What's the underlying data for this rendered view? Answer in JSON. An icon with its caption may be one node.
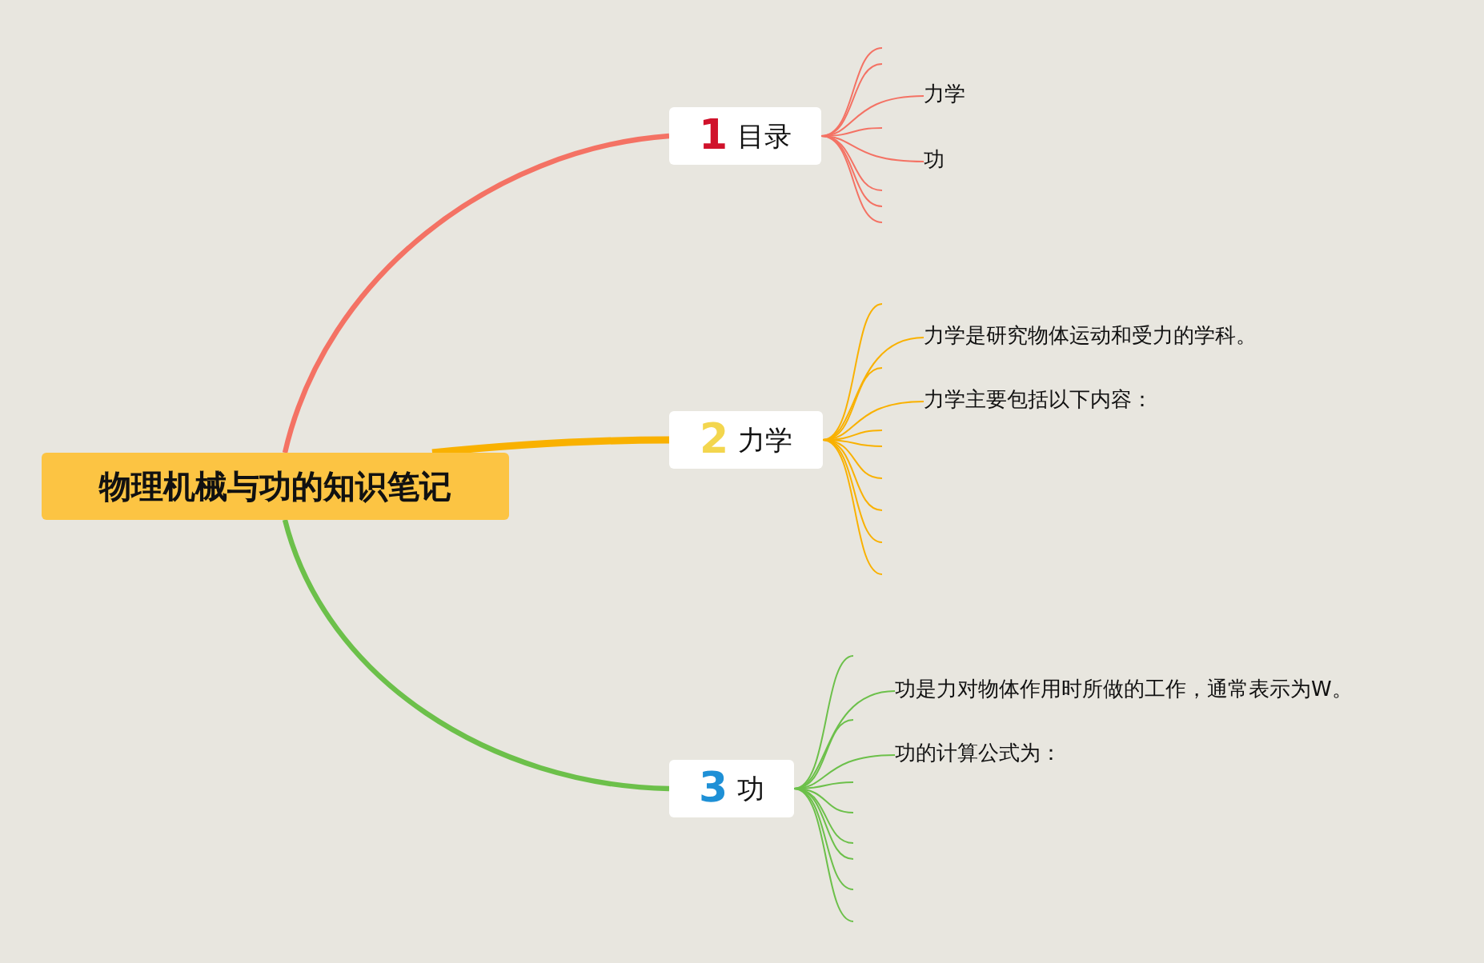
{
  "diagram": {
    "nodes": [
      {
        "text": [
          "物理机械与功的知识笔记"
        ]
      },
      {
        "text": [
          "1",
          "目录"
        ]
      },
      {
        "text": [
          "力学"
        ]
      },
      {
        "text": [
          "功"
        ]
      },
      {
        "text": [
          "2",
          "力学"
        ]
      },
      {
        "text": [
          "力学是研究物体运动和受力的学科。"
        ]
      },
      {
        "text": [
          "力学主要包括以下内容："
        ]
      },
      {
        "text": [
          "3",
          "功"
        ]
      },
      {
        "text": [
          "功是力对物体作用时所做的工作，通常表示为W。"
        ]
      },
      {
        "text": [
          "功的计算公式为："
        ]
      }
    ],
    "edges": [
      {
        "from": 0,
        "to": 1,
        "arrow": "none",
        "style": "thick",
        "color": "#f47264"
      },
      {
        "from": 0,
        "to": 4,
        "arrow": "none",
        "style": "thick",
        "color": "#f9b100"
      },
      {
        "from": 0,
        "to": 7,
        "arrow": "none",
        "style": "thick",
        "color": "#6cc04a"
      },
      {
        "from": 1,
        "to": null,
        "arrow": "none",
        "color": "#f47264"
      },
      {
        "from": 1,
        "to": null,
        "arrow": "none",
        "color": "#f47264"
      },
      {
        "from": 1,
        "to": 2,
        "arrow": "none",
        "color": "#f47264"
      },
      {
        "from": 1,
        "to": null,
        "arrow": "none",
        "color": "#f47264"
      },
      {
        "from": 1,
        "to": 3,
        "arrow": "none",
        "color": "#f47264"
      },
      {
        "from": 1,
        "to": null,
        "arrow": "none",
        "color": "#f47264"
      },
      {
        "from": 1,
        "to": null,
        "arrow": "none",
        "color": "#f47264"
      },
      {
        "from": 1,
        "to": null,
        "arrow": "none",
        "color": "#f47264"
      },
      {
        "from": 4,
        "to": null,
        "arrow": "none",
        "color": "#f9b100"
      },
      {
        "from": 4,
        "to": 5,
        "arrow": "none",
        "color": "#f9b100"
      },
      {
        "from": 4,
        "to": null,
        "arrow": "none",
        "color": "#f9b100"
      },
      {
        "from": 4,
        "to": 6,
        "arrow": "none",
        "color": "#f9b100"
      },
      {
        "from": 4,
        "to": null,
        "arrow": "none",
        "color": "#f9b100"
      },
      {
        "from": 4,
        "to": null,
        "arrow": "none",
        "color": "#f9b100"
      },
      {
        "from": 4,
        "to": null,
        "arrow": "none",
        "color": "#f9b100"
      },
      {
        "from": 4,
        "to": null,
        "arrow": "none",
        "color": "#f9b100"
      },
      {
        "from": 4,
        "to": null,
        "arrow": "none",
        "color": "#f9b100"
      },
      {
        "from": 4,
        "to": null,
        "arrow": "none",
        "color": "#f9b100"
      },
      {
        "from": 7,
        "to": null,
        "arrow": "none",
        "color": "#6cc04a"
      },
      {
        "from": 7,
        "to": 8,
        "arrow": "none",
        "color": "#6cc04a"
      },
      {
        "from": 7,
        "to": null,
        "arrow": "none",
        "color": "#6cc04a"
      },
      {
        "from": 7,
        "to": 9,
        "arrow": "none",
        "color": "#6cc04a"
      },
      {
        "from": 7,
        "to": null,
        "arrow": "none",
        "color": "#6cc04a"
      },
      {
        "from": 7,
        "to": null,
        "arrow": "none",
        "color": "#6cc04a"
      },
      {
        "from": 7,
        "to": null,
        "arrow": "none",
        "color": "#6cc04a"
      },
      {
        "from": 7,
        "to": null,
        "arrow": "none",
        "color": "#6cc04a"
      },
      {
        "from": 7,
        "to": null,
        "arrow": "none",
        "color": "#6cc04a"
      },
      {
        "from": 7,
        "to": null,
        "arrow": "none",
        "color": "#6cc04a"
      }
    ]
  }
}
